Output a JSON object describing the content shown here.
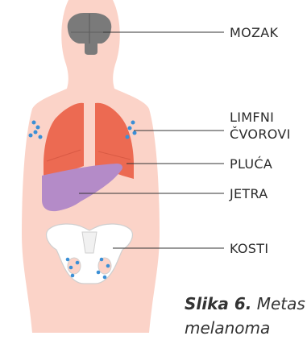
{
  "labels": {
    "brain": "MOZAK",
    "lymph_line1": "LIMFNI",
    "lymph_line2": "ČVOROVI",
    "lungs": "PLUĆA",
    "liver": "JETRA",
    "bones": "KOSTI"
  },
  "caption": {
    "figure": "Slika 6.",
    "line1": "Metas",
    "line2": "melanoma"
  },
  "colors": {
    "body": "#fbd3c8",
    "brain": "#7a7a7a",
    "lungs": "#ec6a52",
    "liver": "#b48bc8",
    "bones": "#ffffff",
    "metastasis": "#3a8fd6",
    "line": "#333333"
  }
}
